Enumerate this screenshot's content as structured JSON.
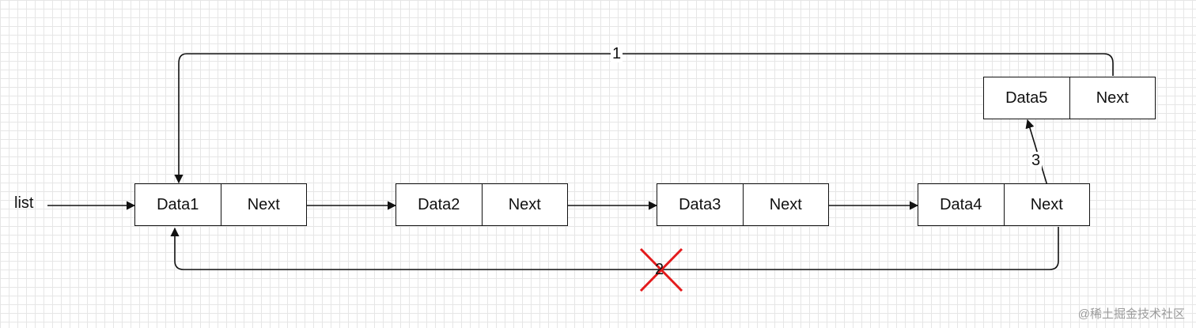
{
  "list_label": "list",
  "nodes": [
    {
      "data": "Data1",
      "next": "Next"
    },
    {
      "data": "Data2",
      "next": "Next"
    },
    {
      "data": "Data3",
      "next": "Next"
    },
    {
      "data": "Data4",
      "next": "Next"
    },
    {
      "data": "Data5",
      "next": "Next"
    }
  ],
  "edge_labels": {
    "one": "1",
    "two": "2",
    "three": "3"
  },
  "colors": {
    "stroke": "#111111",
    "cross": "#e31a1c",
    "grid": "#e6e6e6"
  },
  "watermark": "@稀土掘金技术社区"
}
